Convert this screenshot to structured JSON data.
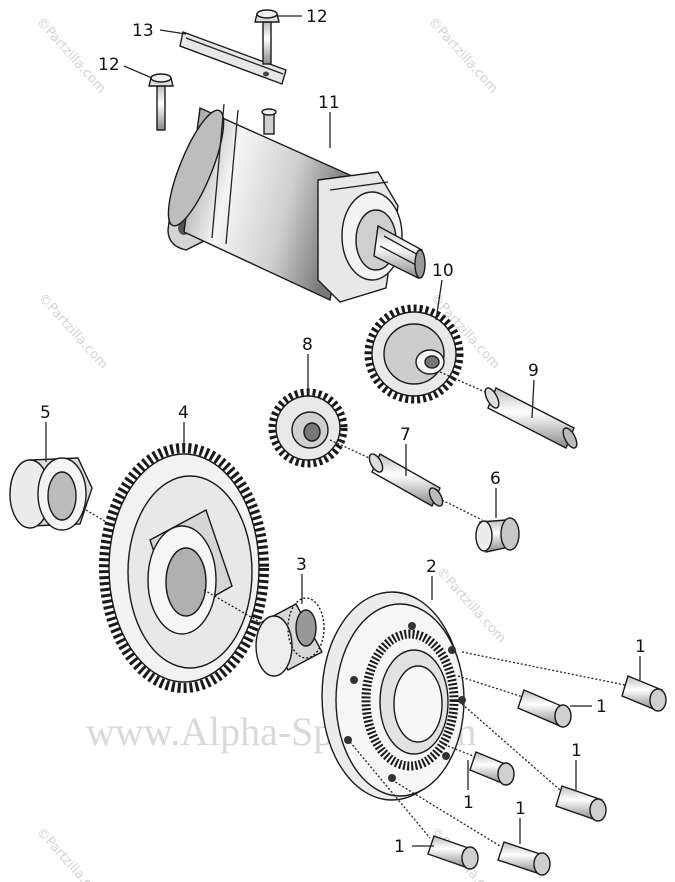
{
  "labels": {
    "p1": "1",
    "p2": "2",
    "p3": "3",
    "p4": "4",
    "p5": "5",
    "p6": "6",
    "p7": "7",
    "p8": "8",
    "p9": "9",
    "p10": "10",
    "p11": "11",
    "p12": "12",
    "p13": "13"
  },
  "watermarks": {
    "main": "www.Alpha-Spares.com",
    "partzilla": "©Partzilla.com"
  },
  "colors": {
    "line": "#1a1a1a",
    "fill_light": "#f4f4f4",
    "fill_mid": "#d8d8d8",
    "fill_dark": "#a8a8a8",
    "watermark": "#d9d9d9"
  }
}
